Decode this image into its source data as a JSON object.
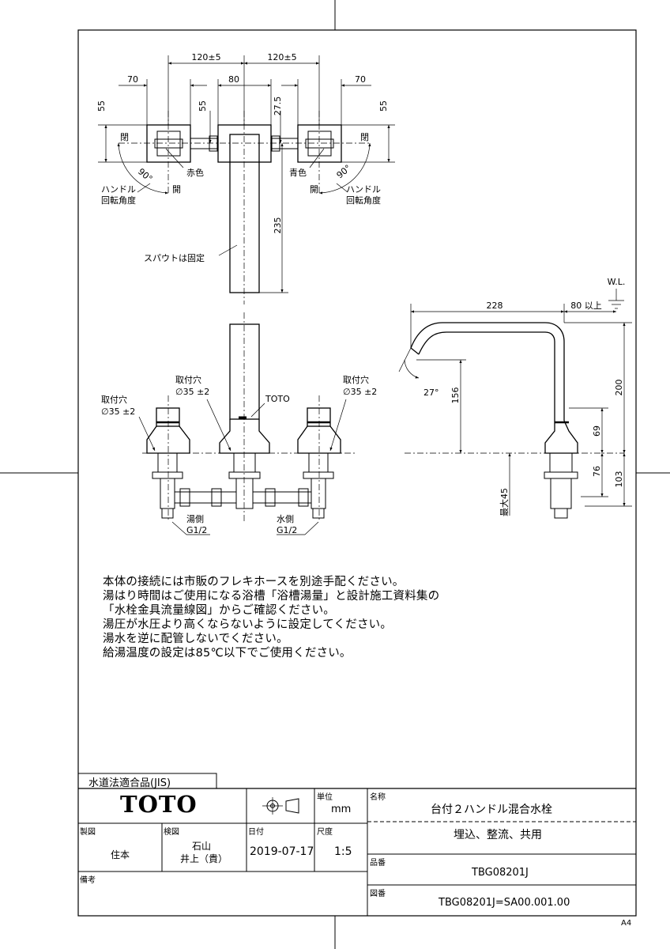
{
  "dims": {
    "top_left_span": "120±5",
    "top_right_span": "120±5",
    "handle_left_w": "70",
    "center_w": "80",
    "handle_right_w": "70",
    "h55_a": "55",
    "h55_b": "55",
    "h27_5": "27.5",
    "h55_c": "55",
    "spout_len": "235",
    "side_228": "228",
    "side_80": "80 以上",
    "wl": "W.L.",
    "side_200": "200",
    "side_156": "156",
    "side_69": "69",
    "side_76": "76",
    "side_103": "103",
    "side_max45": "最大45",
    "angle_27": "27°",
    "angle_90_l": "90°",
    "angle_90_r": "90°"
  },
  "labels": {
    "close_l": "閉",
    "close_r": "閉",
    "open_l": "開",
    "open_r": "開",
    "red": "赤色",
    "blue": "青色",
    "handle_rot_l1": "ハンドル",
    "handle_rot_l2": "回転角度",
    "handle_rot_r1": "ハンドル",
    "handle_rot_r2": "回転角度",
    "spout_fixed": "スパウトは固定",
    "hole_left1": "取付穴",
    "hole_left2": "∅35 ±2",
    "hole_mid1": "取付穴",
    "hole_mid2": "∅35 ±2",
    "hole_right1": "取付穴",
    "hole_right2": "∅35 ±2",
    "toto_mark": "TOTO",
    "hot_side": "湯側",
    "hot_thread": "G1/2",
    "cold_side": "水側",
    "cold_thread": "G1/2"
  },
  "notes": [
    "本体の接続には市販のフレキホースを別途手配ください。",
    "湯はり時間はご使用になる浴槽「浴槽湯量」と設計施工資料集の",
    "「水栓金具流量線図」からご確認ください。",
    "湯圧が水圧より高くならないように設定してください。",
    "湯水を逆に配管しないでください。",
    "給湯温度の設定は85℃以下でご使用ください。"
  ],
  "title_block": {
    "jis": "水道法適合品(JIS)",
    "brand": "TOTO",
    "unit_label": "単位",
    "unit_value": "mm",
    "name_label": "名称",
    "name_line1": "台付２ハンドル混合水栓",
    "name_line2": "埋込、整流、共用",
    "drawn_label": "製図",
    "drawn_value": "住本",
    "checked_label": "検図",
    "checked_value1": "石山",
    "checked_value2": "井上（貴）",
    "date_label": "日付",
    "date_value": "2019-07-17",
    "scale_label": "尺度",
    "scale_value": "1:5",
    "part_label": "品番",
    "part_value": "TBG08201J",
    "remarks_label": "備考",
    "drawing_label": "図番",
    "drawing_value": "TBG08201J=SA00.001.00",
    "paper": "A4"
  }
}
